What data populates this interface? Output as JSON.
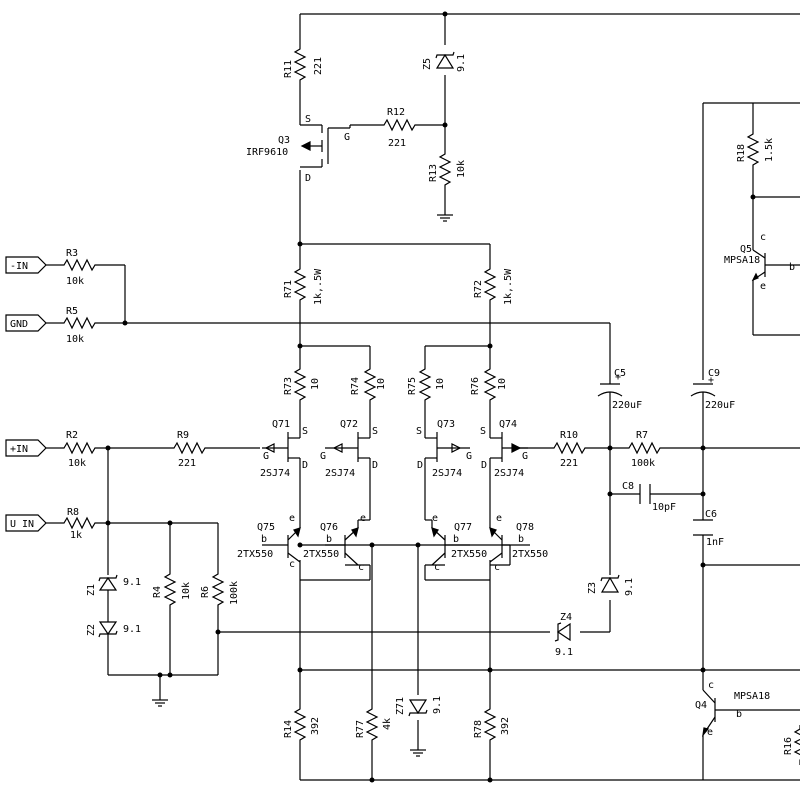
{
  "inputs": {
    "minus_in": "-IN",
    "gnd": "GND",
    "plus_in": "+IN",
    "u_in": "U IN"
  },
  "resistors": {
    "r11": {
      "ref": "R11",
      "value": "221"
    },
    "r12": {
      "ref": "R12",
      "value": "221"
    },
    "r13": {
      "ref": "R13",
      "value": "10k"
    },
    "r18": {
      "ref": "R18",
      "value": "1.5k"
    },
    "r3": {
      "ref": "R3",
      "value": "10k"
    },
    "r5": {
      "ref": "R5",
      "value": "10k"
    },
    "r71": {
      "ref": "R71",
      "value": "1k,.5W"
    },
    "r72": {
      "ref": "R72",
      "value": "1k,.5W"
    },
    "r73": {
      "ref": "R73",
      "value": "10"
    },
    "r74": {
      "ref": "R74",
      "value": "10"
    },
    "r75": {
      "ref": "R75",
      "value": "10"
    },
    "r76": {
      "ref": "R76",
      "value": "10"
    },
    "r2": {
      "ref": "R2",
      "value": "10k"
    },
    "r9": {
      "ref": "R9",
      "value": "221"
    },
    "r10": {
      "ref": "R10",
      "value": "221"
    },
    "r7": {
      "ref": "R7",
      "value": "100k"
    },
    "r8": {
      "ref": "R8",
      "value": "1k"
    },
    "r4": {
      "ref": "R4",
      "value": "10k"
    },
    "r6": {
      "ref": "R6",
      "value": "100k"
    },
    "r14": {
      "ref": "R14",
      "value": "392"
    },
    "r77": {
      "ref": "R77",
      "value": "4k"
    },
    "r78": {
      "ref": "R78",
      "value": "392"
    },
    "r16": {
      "ref": "R16",
      "value": ""
    }
  },
  "capacitors": {
    "c5": {
      "ref": "C5",
      "value": "220uF"
    },
    "c9": {
      "ref": "C9",
      "value": "220uF"
    },
    "c8": {
      "ref": "C8",
      "value": "10pF"
    },
    "c6": {
      "ref": "C6",
      "value": "1nF"
    }
  },
  "zeners": {
    "z5": {
      "ref": "Z5",
      "value": "9.1"
    },
    "z1": {
      "ref": "Z1",
      "value": "9.1"
    },
    "z2": {
      "ref": "Z2",
      "value": "9.1"
    },
    "z3": {
      "ref": "Z3",
      "value": "9.1"
    },
    "z4": {
      "ref": "Z4",
      "value": "9.1"
    },
    "z71": {
      "ref": "Z71",
      "value": "9.1"
    }
  },
  "transistors": {
    "q3": {
      "ref": "Q3",
      "part": "IRF9610"
    },
    "q5": {
      "ref": "Q5",
      "part": "MPSA18"
    },
    "q4": {
      "ref": "Q4",
      "part": "MPSA18"
    },
    "q71": {
      "ref": "Q71",
      "part": "2SJ74"
    },
    "q72": {
      "ref": "Q72",
      "part": "2SJ74"
    },
    "q73": {
      "ref": "Q73",
      "part": "2SJ74"
    },
    "q74": {
      "ref": "Q74",
      "part": "2SJ74"
    },
    "q75": {
      "ref": "Q75",
      "part": "2TX550"
    },
    "q76": {
      "ref": "Q76",
      "part": "2TX550"
    },
    "q77": {
      "ref": "Q77",
      "part": "2TX550"
    },
    "q78": {
      "ref": "Q78",
      "part": "2TX550"
    }
  },
  "pins": {
    "s": "S",
    "g": "G",
    "d": "D",
    "b": "b",
    "c": "c",
    "e": "e"
  }
}
